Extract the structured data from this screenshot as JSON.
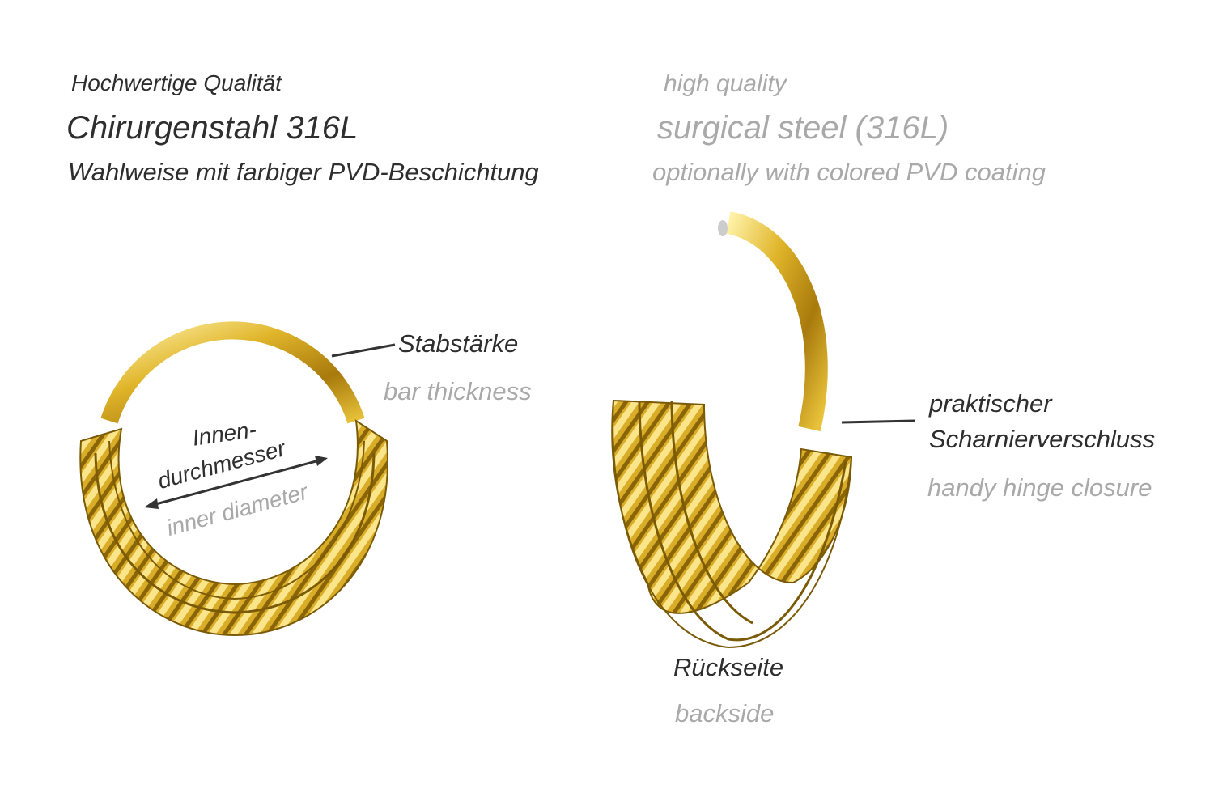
{
  "header_de": {
    "quality": "Hochwertige Qualität",
    "material": "Chirurgenstahl 316L",
    "coating": "Wahlweise mit farbiger PVD-Beschichtung"
  },
  "header_en": {
    "quality": "high quality",
    "material": "surgical steel (316L)",
    "coating": "optionally with colored PVD coating"
  },
  "labels": {
    "bar_thickness_de": "Stabstärke",
    "bar_thickness_en": "bar thickness",
    "inner_diameter_de_1": "Innen-",
    "inner_diameter_de_2": "durchmesser",
    "inner_diameter_en": "inner diameter",
    "hinge_de_1": "praktischer",
    "hinge_de_2": "Scharnierverschluss",
    "hinge_en": "handy hinge closure",
    "backside_de": "Rückseite",
    "backside_en": "backside"
  },
  "colors": {
    "gold": "#d4a820",
    "gold_dark": "#8a6508",
    "gold_light": "#fff0a0",
    "text_dark": "#2e2e2e",
    "text_grey": "#a9a9a9"
  }
}
